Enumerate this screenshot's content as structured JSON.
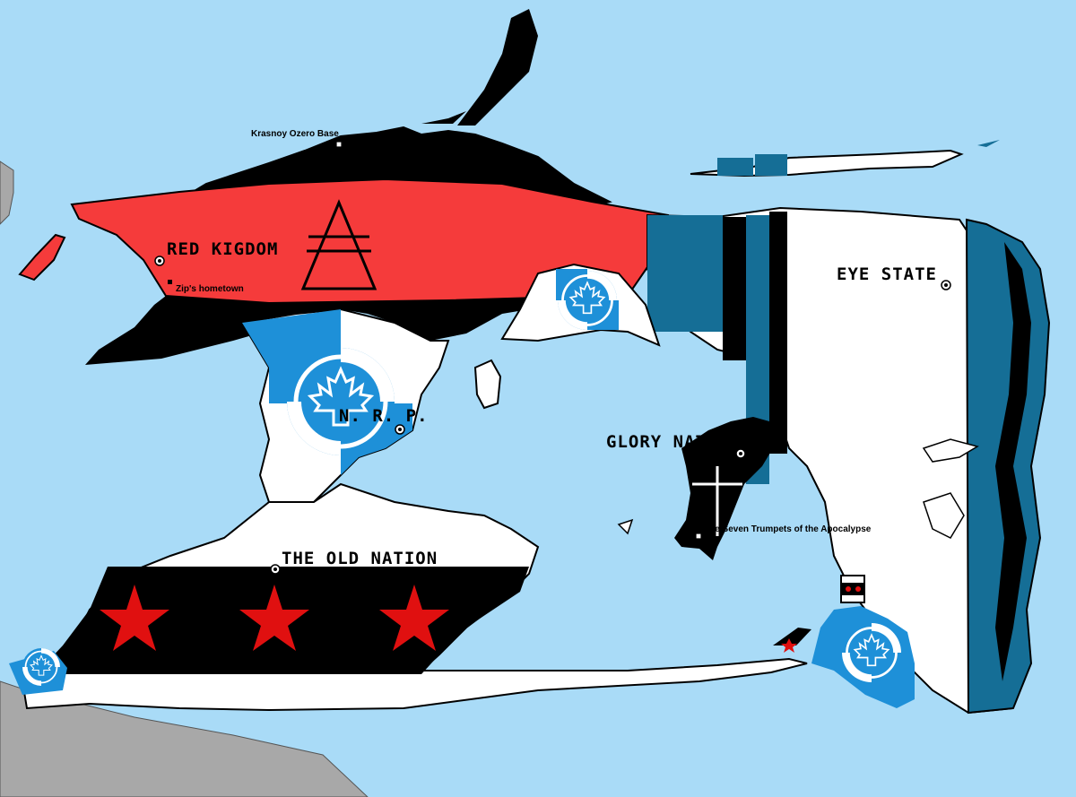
{
  "colors": {
    "sea": "#a9dbf7",
    "land_neutral": "#a8a8a8",
    "red": "#f53b3b",
    "black": "#000000",
    "white": "#ffffff",
    "blue_light": "#1e90d8",
    "blue_dark": "#156e96",
    "star_red": "#e01010"
  },
  "nations": {
    "red_kingdom": "RED KIGDOM",
    "eye_state": "EYE STATE",
    "nrp": "N. R. P.",
    "glory_nation": "GLORY NATION",
    "old_nation": "THE OLD NATION"
  },
  "places": {
    "krasnoy": "Krasnoy Ozero Base",
    "zips_hometown": "Zip's hometown",
    "seven_trumpets": "The Seven Trumpets of the Apocalypse"
  },
  "symbols": {
    "red_kingdom_emblem": "triangle-emblem-icon",
    "nrp_emblem": "maple-leaf-roundel-icon",
    "glory_emblem": "cross-icon",
    "old_nation_emblem": "star-icon",
    "capital_marker": "capital-circle-icon",
    "point_marker": "square-marker-icon"
  }
}
